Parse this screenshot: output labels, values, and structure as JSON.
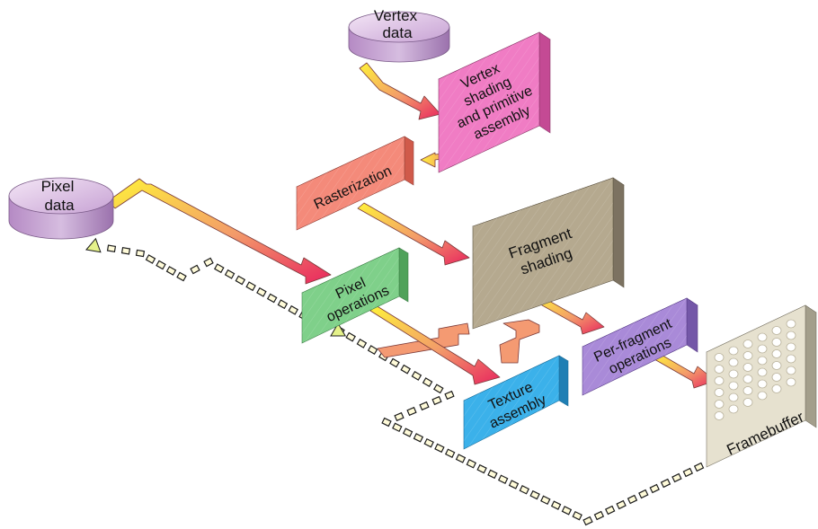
{
  "nodes": {
    "vertex_data": {
      "line1": "Vertex",
      "line2": "data"
    },
    "vertex_shading": {
      "line1": "Vertex",
      "line2": "shading",
      "line3": "and primitive",
      "line4": "assembly"
    },
    "rasterization": {
      "label": "Rasterization"
    },
    "pixel_data": {
      "line1": "Pixel",
      "line2": "data"
    },
    "fragment_shading": {
      "line1": "Fragment",
      "line2": "shading"
    },
    "pixel_operations": {
      "line1": "Pixel",
      "line2": "operations"
    },
    "per_fragment_operations": {
      "line1": "Per-fragment",
      "line2": "operations"
    },
    "texture_assembly": {
      "line1": "Texture",
      "line2": "assembly"
    },
    "framebuffer": {
      "label": "Framebuffer"
    }
  },
  "colors": {
    "vertex_shading": "#f07cc4",
    "rasterization": "#f48a7a",
    "fragment_shading": "#b5a98f",
    "pixel_operations": "#7fd08a",
    "per_fragment_operations": "#a98ad8",
    "texture_assembly": "#3bb1ea",
    "framebuffer": "#e6e1cf",
    "disk": "#c9a8d6",
    "arrow_start": "#fff23a",
    "arrow_end": "#e8265e"
  }
}
